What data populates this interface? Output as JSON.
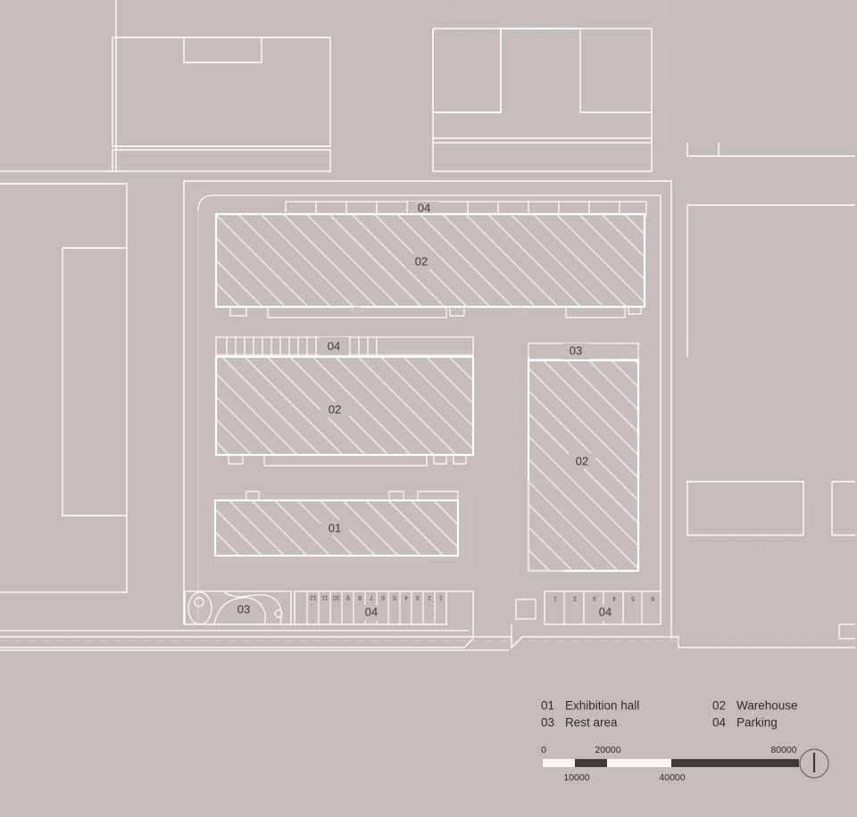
{
  "document": {
    "type": "architectural-site-plan",
    "background_color": "#c4bdb9",
    "line_color": "#ffffff",
    "faint_line_color": "#cdc7c3",
    "text_color": "#2e2c2b"
  },
  "legend": {
    "entries": [
      {
        "code": "01",
        "label": "Exhibition hall"
      },
      {
        "code": "02",
        "label": "Warehouse"
      },
      {
        "code": "03",
        "label": "Rest area"
      },
      {
        "code": "04",
        "label": "Parking"
      }
    ]
  },
  "scale_bar": {
    "ticks_above": [
      "0",
      "20000",
      "80000"
    ],
    "ticks_below": [
      "10000",
      "40000"
    ],
    "segments": [
      {
        "from": "0",
        "to": "10000",
        "fill": "white"
      },
      {
        "from": "10000",
        "to": "20000",
        "fill": "dark"
      },
      {
        "from": "20000",
        "to": "40000",
        "fill": "white"
      },
      {
        "from": "40000",
        "to": "80000",
        "fill": "dark"
      }
    ],
    "white_color": "#f7f5f3",
    "dark_color": "#3d3a38"
  },
  "north_arrow": {
    "name": "north-arrow"
  },
  "plan_labels": {
    "warehouse_north": "02",
    "warehouse_mid": "02",
    "warehouse_east": "02",
    "exhibition_hall": "01",
    "rest_area_south": "03",
    "rest_area_east": "03",
    "parking_north": "04",
    "parking_mid": "04",
    "parking_south": "04",
    "parking_east": "04"
  },
  "parking_stalls": {
    "south_row": [
      "1",
      "2",
      "3",
      "4",
      "5",
      "6",
      "7",
      "8",
      "9",
      "10",
      "11",
      "12"
    ],
    "east_row": [
      "1",
      "2",
      "3",
      "4",
      "5",
      "6"
    ]
  }
}
